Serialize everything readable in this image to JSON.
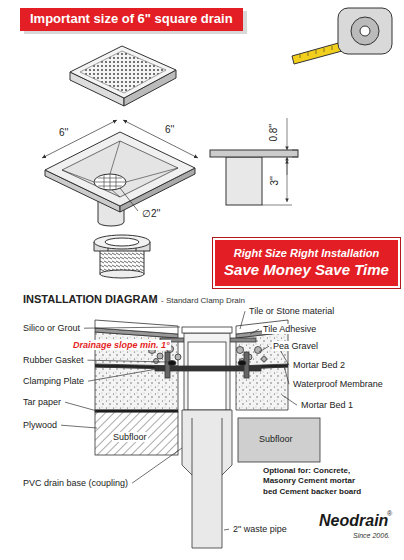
{
  "diagram": {
    "title": "Important size of 6\" square drain",
    "nodes": [
      {
        "text": [
          "Right Size Right Installation",
          "Save Money Save Time"
        ]
      }
    ],
    "labels": [
      "6''",
      "6''",
      "∅2''",
      "0.8''",
      "3''",
      "INSTALLATION DIAGRAM",
      "- Standard Clamp Drain",
      "Tile or Stone material",
      "Silico or Grout",
      "Tile Adhesive",
      "Drainage slope min. 1°",
      "Pea Gravel",
      "Rubber Gasket",
      "Mortar Bed 2",
      "Clamping Plate",
      "Waterproof Membrane",
      "Tar paper",
      "Mortar Bed 1",
      "Plywood",
      "Subfloor",
      "Subfloor",
      "PVC drain base (coupling)",
      "Optional for: Concrete, Masonry Cement mortar bed Cement backer board",
      "2\" waste pipe",
      "Neodrain",
      "®",
      "Since 2006."
    ]
  }
}
